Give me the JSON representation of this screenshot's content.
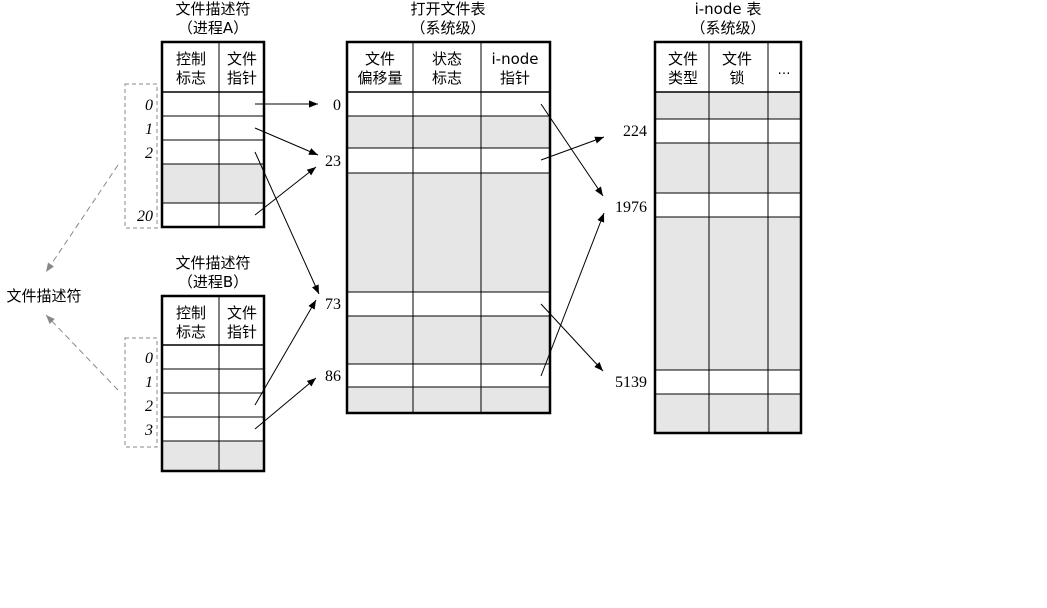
{
  "process_a": {
    "title": "文件描述符",
    "subtitle": "（进程A）",
    "col_flags": [
      "控制",
      "标志"
    ],
    "col_ptr": [
      "文件",
      "指针"
    ],
    "fds": [
      "0",
      "1",
      "2",
      "20"
    ]
  },
  "process_b": {
    "title": "文件描述符",
    "subtitle": "（进程B）",
    "col_flags": [
      "控制",
      "标志"
    ],
    "col_ptr": [
      "文件",
      "指针"
    ],
    "fds": [
      "0",
      "1",
      "2",
      "3"
    ]
  },
  "open_file_table": {
    "title": "打开文件表",
    "subtitle": "（系统级）",
    "col_offset": [
      "文件",
      "偏移量"
    ],
    "col_status": [
      "状态",
      "标志"
    ],
    "col_inode": [
      "i-node",
      "指针"
    ],
    "indices": [
      "0",
      "23",
      "73",
      "86"
    ]
  },
  "inode_table": {
    "title": "i-node 表",
    "subtitle": "（系统级）",
    "col_type": [
      "文件",
      "类型"
    ],
    "col_lock": [
      "文件",
      "锁"
    ],
    "col_more": "…",
    "indices": [
      "224",
      "1976",
      "5139"
    ]
  },
  "side_label": "文件描述符",
  "colors": {
    "border": "#000000",
    "shade": "#e6e6e6",
    "dashed": "#888888"
  }
}
